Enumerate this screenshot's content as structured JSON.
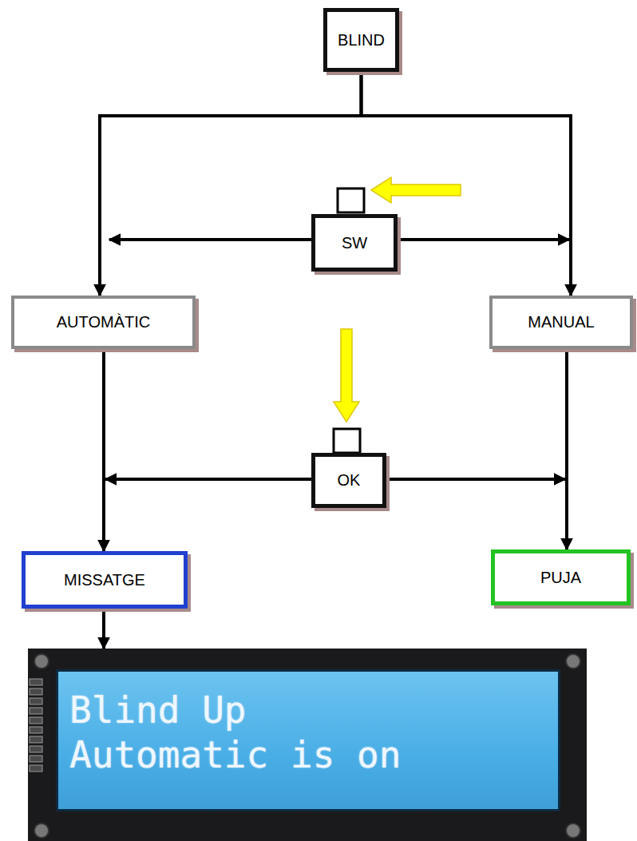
{
  "diagram": {
    "nodes": [
      {
        "text": [
          "BLIND"
        ]
      },
      {
        "text": [
          "SW"
        ]
      },
      {
        "text": [
          "AUTOMÀTIC"
        ]
      },
      {
        "text": [
          "MANUAL"
        ]
      },
      {
        "text": [
          "OK"
        ]
      },
      {
        "text": [
          "MISSATGE"
        ]
      },
      {
        "text": [
          "PUJA"
        ]
      },
      {
        "text": [
          "Blind Up",
          "Automatic is on"
        ]
      }
    ],
    "edges": [
      {
        "from": 0,
        "to": 2,
        "arrow": "to"
      },
      {
        "from": 0,
        "to": 3,
        "arrow": "to"
      },
      {
        "from": 2,
        "to": 5,
        "arrow": "to"
      },
      {
        "from": 3,
        "to": 6,
        "arrow": "to"
      },
      {
        "from": 5,
        "to": 7,
        "arrow": "to"
      }
    ]
  }
}
